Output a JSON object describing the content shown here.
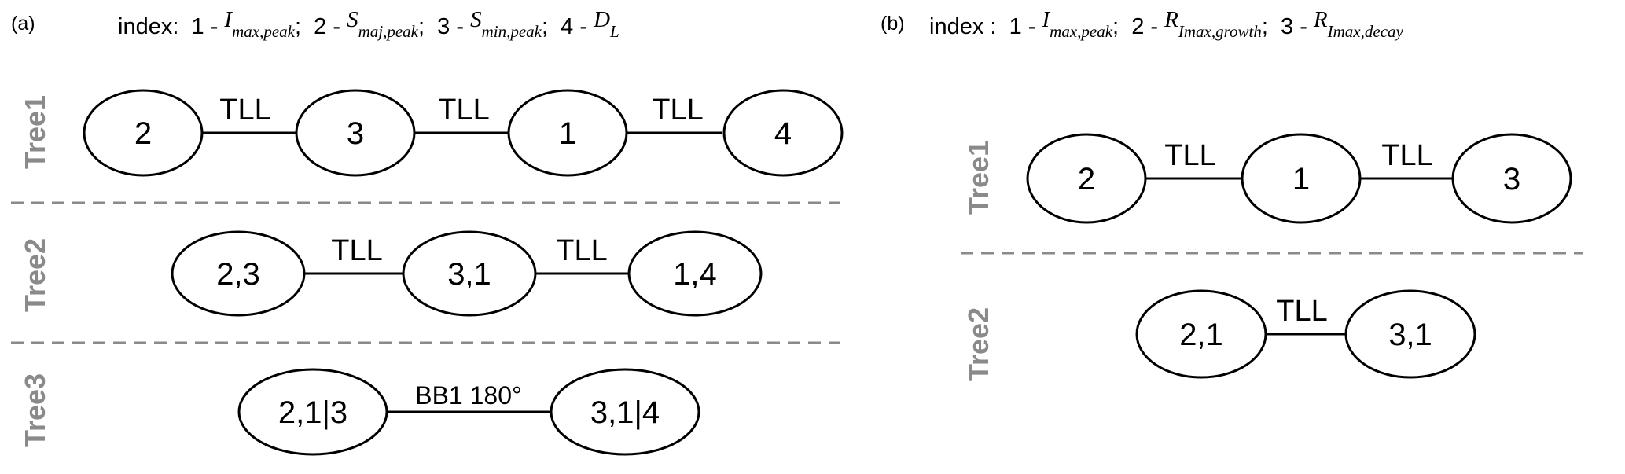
{
  "panel_a": {
    "label": "(a)",
    "index_label": "index:",
    "entries": [
      {
        "num": "1 -",
        "sym": "I",
        "sub": "max,peak",
        "sep": ";"
      },
      {
        "num": "2 -",
        "sym": "S",
        "sub": "maj,peak",
        "sep": ";"
      },
      {
        "num": "3 -",
        "sym": "S",
        "sub": "min,peak",
        "sep": ";"
      },
      {
        "num": "4 -",
        "sym": "D",
        "sub": "L",
        "sep": ""
      }
    ],
    "trees": [
      {
        "label": "Tree1",
        "nodes": [
          "2",
          "3",
          "1",
          "4"
        ],
        "edges": [
          "TLL",
          "TLL",
          "TLL"
        ]
      },
      {
        "label": "Tree2",
        "nodes": [
          "2,3",
          "3,1",
          "1,4"
        ],
        "edges": [
          "TLL",
          "TLL"
        ]
      },
      {
        "label": "Tree3",
        "nodes": [
          "2,1|3",
          "3,1|4"
        ],
        "edges": [
          "BB1 180°"
        ]
      }
    ]
  },
  "panel_b": {
    "label": "(b)",
    "index_label": "index :",
    "entries": [
      {
        "num": "1 -",
        "sym": "I",
        "sub": "max,peak",
        "sep": ";"
      },
      {
        "num": "2 -",
        "sym": "R",
        "sub": "Imax,growth",
        "sep": ";"
      },
      {
        "num": "3 -",
        "sym": "R",
        "sub": "Imax,decay",
        "sep": ""
      }
    ],
    "trees": [
      {
        "label": "Tree1",
        "nodes": [
          "2",
          "1",
          "3"
        ],
        "edges": [
          "TLL",
          "TLL"
        ]
      },
      {
        "label": "Tree2",
        "nodes": [
          "2,1",
          "3,1"
        ],
        "edges": [
          "TLL"
        ]
      }
    ]
  }
}
